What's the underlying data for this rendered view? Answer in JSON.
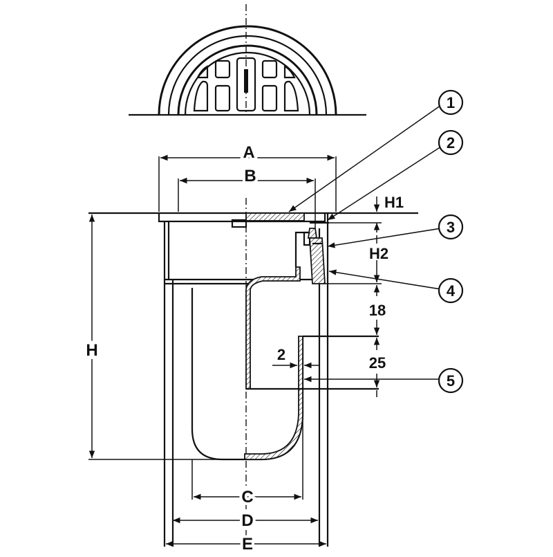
{
  "dimensions": {
    "A": "A",
    "B": "B",
    "C": "C",
    "D": "D",
    "E": "E",
    "H": "H",
    "H1": "H1",
    "H2": "H2",
    "gap_18": "18",
    "gap_25": "25",
    "thickness_2": "2"
  },
  "callouts": [
    {
      "label": "1"
    },
    {
      "label": "2"
    },
    {
      "label": "3"
    },
    {
      "label": "4"
    },
    {
      "label": "5"
    }
  ]
}
